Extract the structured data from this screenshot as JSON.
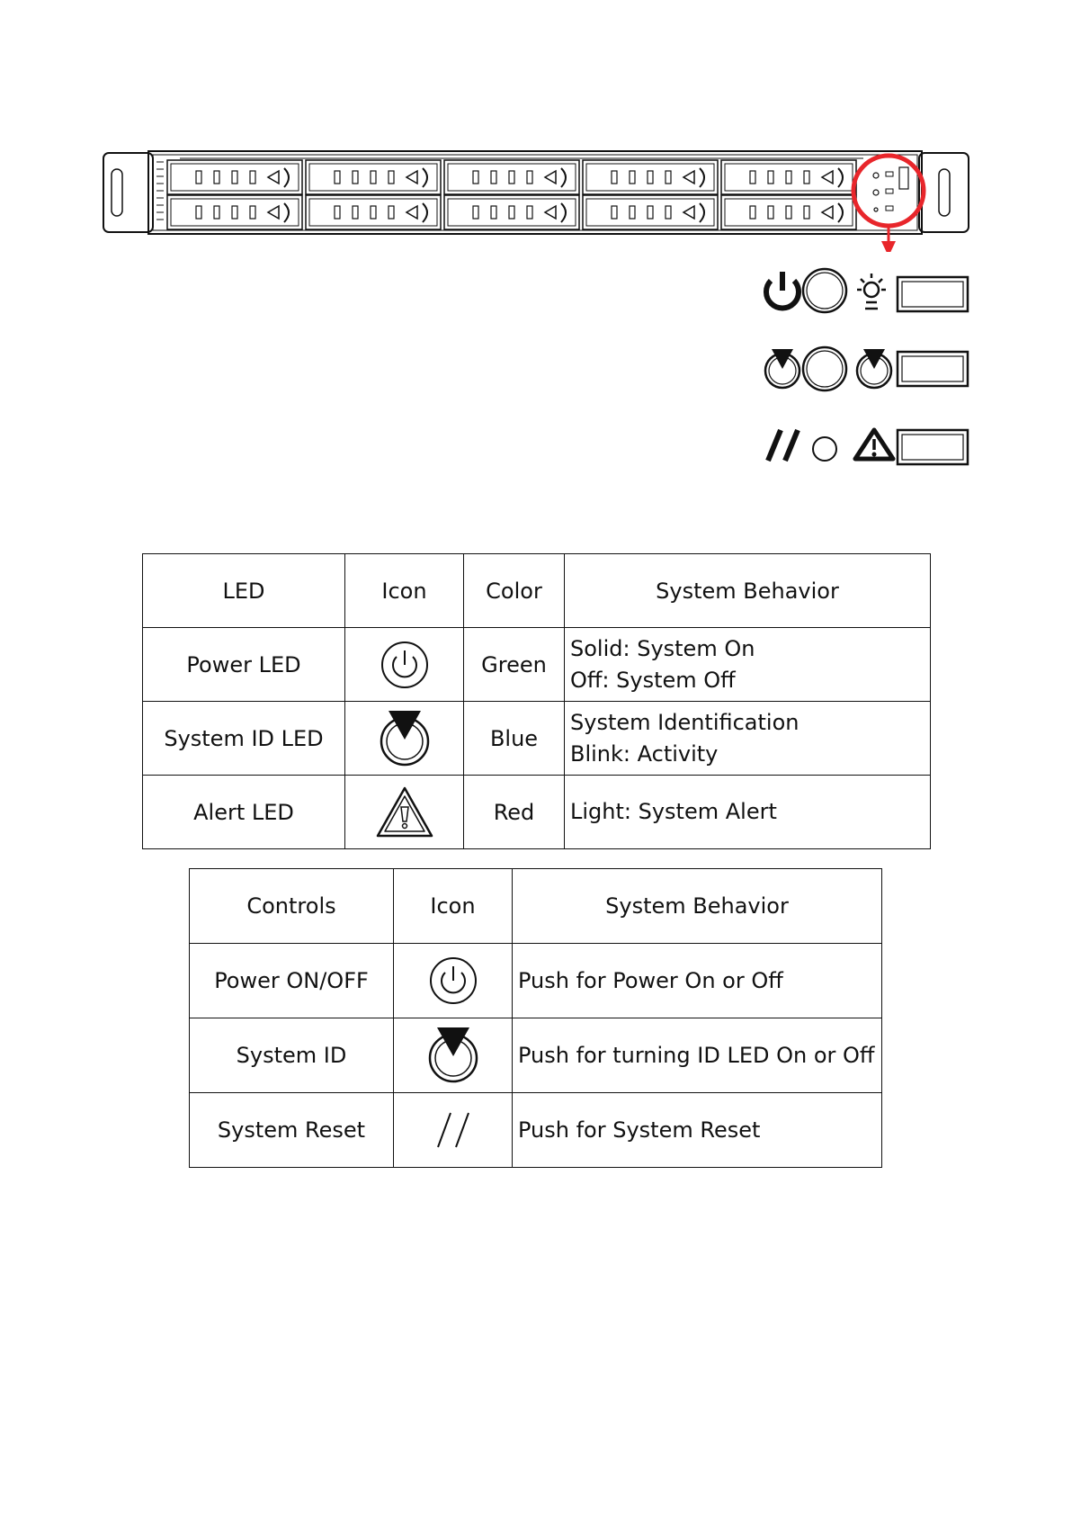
{
  "led_table": {
    "headers": [
      "LED",
      "Icon",
      "Color",
      "System Behavior"
    ],
    "rows": [
      {
        "name": "Power LED",
        "icon": "power-icon",
        "color": "Green",
        "behavior": [
          "Solid: System On",
          "Off: System Off"
        ]
      },
      {
        "name": "System ID LED",
        "icon": "system-id-icon",
        "color": "Blue",
        "behavior": [
          "System Identification",
          "Blink: Activity"
        ]
      },
      {
        "name": "Alert LED",
        "icon": "alert-icon",
        "color": "Red",
        "behavior": [
          "Light: System Alert"
        ]
      }
    ]
  },
  "controls_table": {
    "headers": [
      "Controls",
      "Icon",
      "System Behavior"
    ],
    "rows": [
      {
        "name": "Power ON/OFF",
        "icon": "power-icon",
        "behavior": "Push for Power On or Off"
      },
      {
        "name": "System ID",
        "icon": "system-id-icon",
        "behavior": "Push for turning ID LED On or Off"
      },
      {
        "name": "System Reset",
        "icon": "reset-icon",
        "behavior": "Push for System Reset"
      }
    ]
  },
  "colors": {
    "highlight": "#e8262b",
    "line": "#111111"
  }
}
